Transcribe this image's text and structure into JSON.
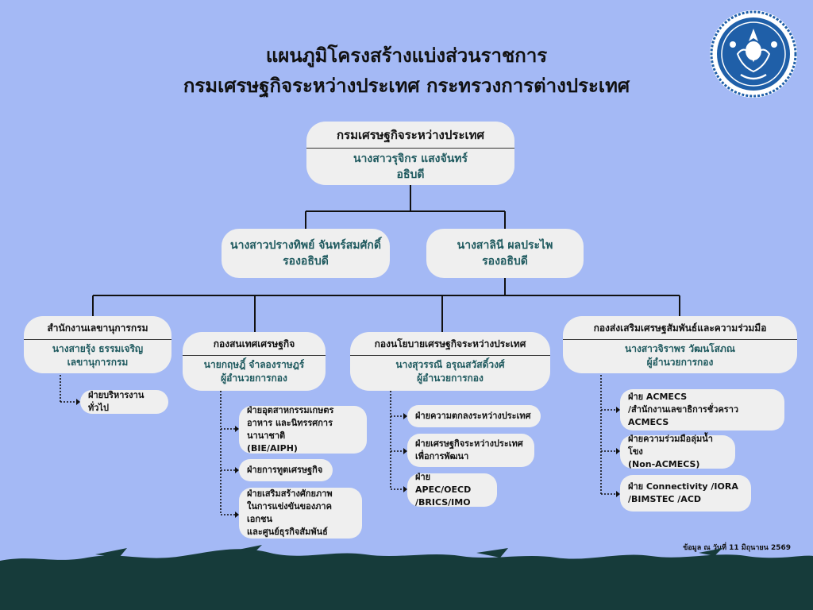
{
  "title": {
    "line1": "แผนภูมิโครงสร้างแบ่งส่วนราชการ",
    "line2": "กรมเศรษฐกิจระหว่างประเทศ กระทรวงการต่างประเทศ"
  },
  "director": {
    "unit": "กรมเศรษฐกิจระหว่างประเทศ",
    "name": "นางสาวรุจิกร แสงจันทร์",
    "position": "อธิบดี"
  },
  "deputies": [
    {
      "name": "นางสาวปรางทิพย์ จันทร์สมศักดิ์",
      "position": "รองอธิบดี"
    },
    {
      "name": "นางสาลินี ผลประไพ",
      "position": "รองอธิบดี"
    }
  ],
  "divisions": [
    {
      "unit": "สำนักงานเลขานุการกรม",
      "name": "นางสายรุ้ง ธรรมเจริญ",
      "position": "เลขานุการกรม",
      "sections": [
        [
          "ฝ่ายบริหารงานทั่วไป"
        ]
      ]
    },
    {
      "unit": "กองสนเทศเศรษฐกิจ",
      "name": "นายกฤษฎิ์ จำลองราษฎร์",
      "position": "ผู้อำนวยการกอง",
      "sections": [
        [
          "ฝ่ายอุตสาหกรรมเกษตร",
          "อาหาร และนิทรรศการนานาชาติ",
          "(BIE/AIPH)"
        ],
        [
          "ฝ่ายการทูตเศรษฐกิจ"
        ],
        [
          "ฝ่ายเสริมสร้างศักยภาพ",
          "ในการแข่งขันของภาคเอกชน",
          "และศูนย์ธุรกิจสัมพันธ์"
        ]
      ]
    },
    {
      "unit": "กองนโยบายเศรษฐกิจระหว่างประเทศ",
      "name": "นางสุวรรณี อรุณสวัสดิ์วงศ์",
      "position": "ผู้อำนวยการกอง",
      "sections": [
        [
          "ฝ่ายความตกลงระหว่างประเทศ"
        ],
        [
          "ฝ่ายเศรษฐกิจระหว่างประเทศ",
          "เพื่อการพัฒนา"
        ],
        [
          "ฝ่าย APEC/OECD",
          "/BRICS/IMO"
        ]
      ]
    },
    {
      "unit": "กองส่งเสริมเศรษฐสัมพันธ์และความร่วมมือ",
      "name": "นางสาวจิราพร วัฒนโสภณ",
      "position": "ผู้อำนวยการกอง",
      "sections": [
        [
          "ฝ่าย ACMECS",
          "/สำนักงานเลขาธิการชั่วคราว ACMECS"
        ],
        [
          "ฝ่ายความร่วมมือลุ่มน้ำโขง",
          "(Non-ACMECS)"
        ],
        [
          "ฝ่าย Connectivity /IORA",
          "/BIMSTEC /ACD"
        ]
      ]
    }
  ],
  "footnote": "ข้อมูล ณ วันที่ 11 มิถุนายน 2569",
  "logo": "mfa-seal-emblem",
  "colors": {
    "background": "#a4b9f5",
    "box": "#efefef",
    "name_text": "#1f5a5f",
    "ground": "#163b3a"
  }
}
